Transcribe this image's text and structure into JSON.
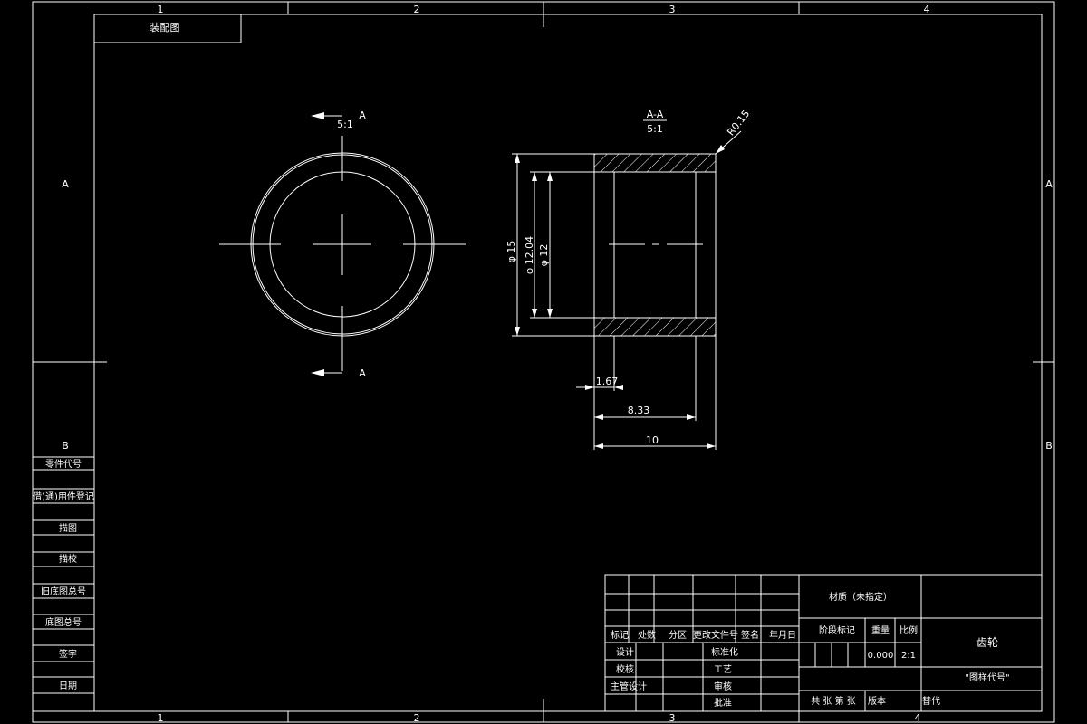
{
  "drawing": {
    "colors": {
      "background": "#000000",
      "line": "#ffffff"
    },
    "zone_columns_top": [
      "1",
      "2",
      "3",
      "4"
    ],
    "zone_columns_bottom": [
      "1",
      "2",
      "3",
      "4"
    ],
    "zone_rows_left": [
      "A",
      "B"
    ],
    "zone_rows_right": [
      "A",
      "B"
    ],
    "corner_label": "装配图",
    "front_view": {
      "section_mark_top": "A",
      "section_mark_bottom": "A",
      "scale_note": "5:1"
    },
    "section_view": {
      "title": "A-A",
      "scale": "5:1",
      "fillet": "R0.15",
      "dim_outer": "φ 15",
      "dim_mid": "φ 12.04",
      "dim_inner": "φ 12",
      "dim_small": "1.67",
      "dim_mid_len": "8.33",
      "dim_total": "10"
    },
    "side_panel": {
      "zone_b": "B",
      "rows": [
        "零件代号",
        "借(通)用件登记",
        "描图",
        "描校",
        "旧底图总号",
        "底图总号",
        "签字",
        "日期"
      ]
    },
    "title_block": {
      "header_row": [
        "标记",
        "处数",
        "分区",
        "更改文件号",
        "签名",
        "年月日"
      ],
      "left_rows": [
        [
          "设计",
          "标准化"
        ],
        [
          "校核",
          "工艺"
        ],
        [
          "主管设计",
          "审核"
        ],
        [
          "",
          "批准"
        ]
      ],
      "material": "材质（未指定）",
      "stage_label": "阶段标记",
      "weight_label": "重量",
      "scale_label": "比例",
      "weight_value": "0.000",
      "scale_value": "2:1",
      "part_name": "齿轮",
      "drawing_code": "\"图样代号\"",
      "sheet_text": "共 张 第 张",
      "version_label": "版本",
      "replace_label": "替代"
    }
  }
}
